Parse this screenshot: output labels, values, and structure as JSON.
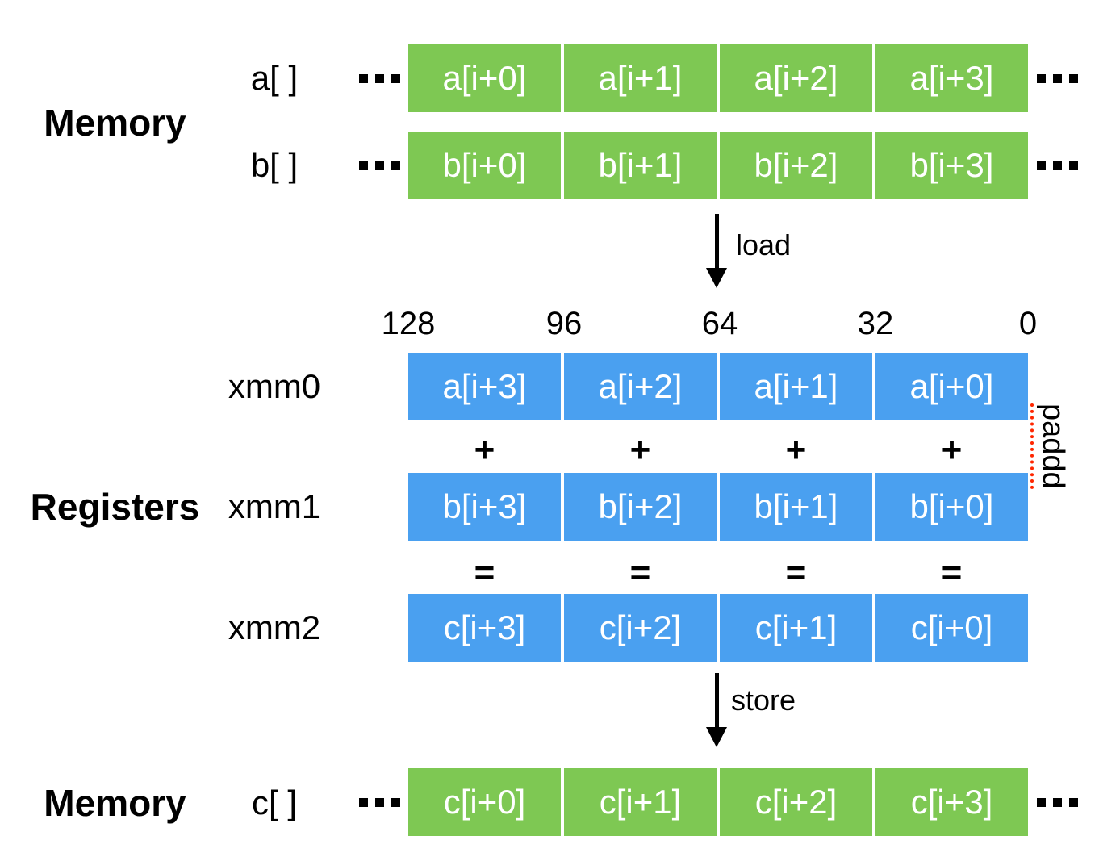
{
  "shared": {
    "ellipsis": "..."
  },
  "memory_top": {
    "section_label": "Memory",
    "row_a": {
      "label": "a[ ]",
      "cells": [
        "a[i+0]",
        "a[i+1]",
        "a[i+2]",
        "a[i+3]"
      ]
    },
    "row_b": {
      "label": "b[ ]",
      "cells": [
        "b[i+0]",
        "b[i+1]",
        "b[i+2]",
        "b[i+3]"
      ]
    }
  },
  "load": {
    "label": "load"
  },
  "registers": {
    "section_label": "Registers",
    "bit_labels": [
      "128",
      "96",
      "64",
      "32",
      "0"
    ],
    "xmm0": {
      "label": "xmm0",
      "cells": [
        "a[i+3]",
        "a[i+2]",
        "a[i+1]",
        "a[i+0]"
      ]
    },
    "xmm1": {
      "label": "xmm1",
      "cells": [
        "b[i+3]",
        "b[i+2]",
        "b[i+1]",
        "b[i+0]"
      ]
    },
    "xmm2": {
      "label": "xmm2",
      "cells": [
        "c[i+3]",
        "c[i+2]",
        "c[i+1]",
        "c[i+0]"
      ]
    },
    "plus_operator": "+",
    "equals_operator": "=",
    "instruction": "paddd"
  },
  "store": {
    "label": "store"
  },
  "memory_bottom": {
    "section_label": "Memory",
    "row_c": {
      "label": "c[ ]",
      "cells": [
        "c[i+0]",
        "c[i+1]",
        "c[i+2]",
        "c[i+3]"
      ]
    }
  },
  "colors": {
    "background": "#FFFFFF",
    "memory_cell_green": "#7EC853",
    "register_cell_blue": "#4AA0F0",
    "cell_text": "#FFFFFF",
    "diagram_text": "#000000",
    "spellcheck_red": "#FF2600"
  }
}
